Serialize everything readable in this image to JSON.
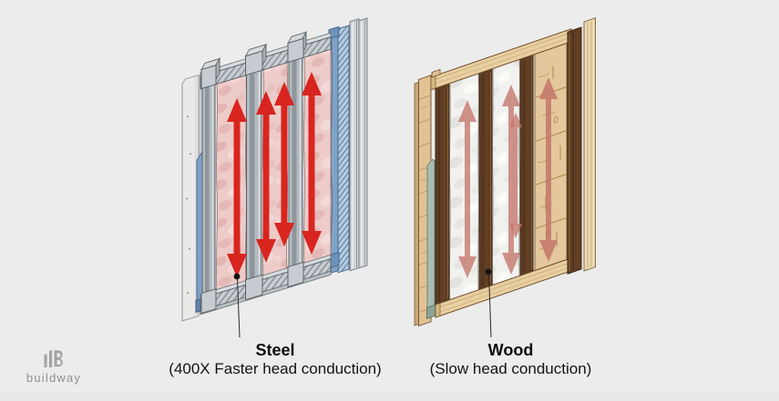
{
  "page": {
    "background": "#ececec"
  },
  "brand": {
    "logo_text": "buildway",
    "logo_color": "#a3a3a3"
  },
  "comparison": {
    "steel": {
      "name": "Steel",
      "caption": "(400X Faster head conduction)",
      "arrow_color": "#d9251f",
      "arrow_count": 4,
      "arrow_style": "bold double-headed vertical arrows",
      "materials": {
        "stud": "#b4bbc0",
        "track": "#c7cdd1",
        "insulation_stroke": "#ab8280",
        "drywall": "#eae9e7",
        "rigid_insulation": "#7fa3c7",
        "exterior_panel": "#ced3d7"
      }
    },
    "wood": {
      "name": "Wood",
      "caption": "(Slow head conduction)",
      "arrow_color": "#c4766a",
      "arrow_count": 4,
      "arrow_style": "faded double-headed vertical arrows",
      "materials": {
        "stud": "#5f3d23",
        "plate": "#e7cfa2",
        "siding": "#e2c295",
        "sheathing": "#e4c79c",
        "house_wrap": "#a9bcb1",
        "trim": "#ead9b4"
      }
    }
  }
}
